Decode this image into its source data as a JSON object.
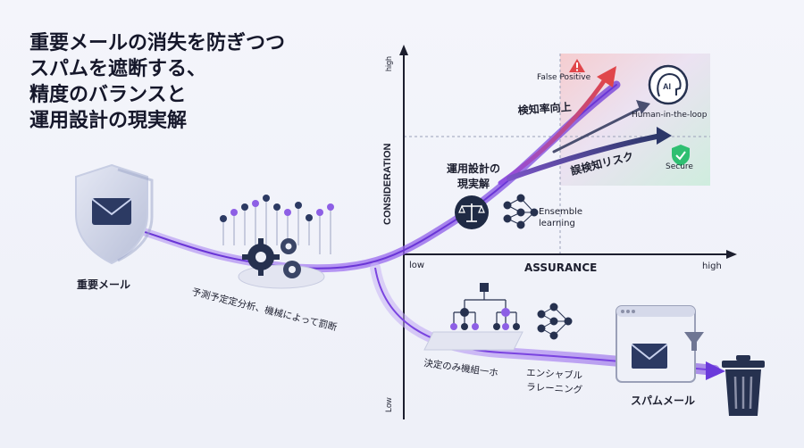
{
  "title": {
    "line1": "重要メールの消失を防ぎつつ",
    "line2": "スパムを遮断する、",
    "line3": "精度のバランスと",
    "line4": "運用設計の現実解"
  },
  "axes": {
    "x_label": "ASSURANCE",
    "y_label": "CONSIDERATION",
    "x_low": "low",
    "x_high": "high",
    "y_high": "high",
    "y_low": "Low"
  },
  "labels": {
    "important_mail": "重要メール",
    "spam_mail": "スパムメール",
    "pred_path": "予測予定定分析、機械によって罰断",
    "decision_path": "決定のみ機組一ホ",
    "ensemble_jp_1": "エンシャブル",
    "ensemble_jp_2": "ラレーニング",
    "ops_1": "運用設計の",
    "ops_2": "現実解",
    "ensemble_en_1": "Ensemble",
    "ensemble_en_2": "learning",
    "detect_up": "検知率向上",
    "false_positive": "False Positive",
    "human_loop": "Human-in-the-loop",
    "misdetect_risk": "誤検知リスク",
    "secure": "Secure",
    "ai_badge": "AI"
  },
  "colors": {
    "accent_purple": "#7b3fe4",
    "red_zone": "#f7c9c9",
    "green_zone": "#cfeedd",
    "navy": "#1f2a44",
    "green_check": "#2fbf71",
    "warning_red": "#e0464a"
  }
}
